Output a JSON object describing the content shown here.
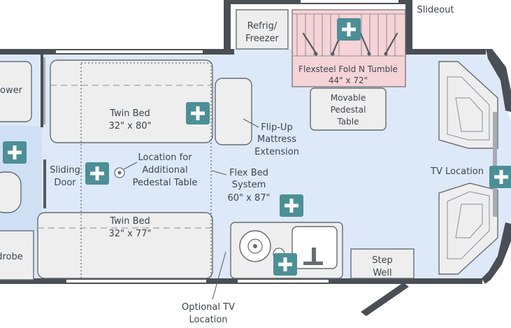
{
  "labels": {
    "slideout": "Slideout",
    "refrig_line1": "Refrig/",
    "refrig_line2": "Freezer",
    "flexsteel_line1": "Flexsteel Fold N Tumble",
    "flexsteel_line2": "44\" x 72\"",
    "pedestal_line1": "Movable",
    "pedestal_line2": "Pedestal",
    "pedestal_line3": "Table",
    "shower": "ower",
    "twin_bed_top_line1": "Twin Bed",
    "twin_bed_top_line2": "32\" x 80\"",
    "flipup_line1": "Flip-Up",
    "flipup_line2": "Mattress",
    "flipup_line3": "Extension",
    "location_line1": "Location for",
    "location_line2": "Additional",
    "location_line3": "Pedestal Table",
    "sliding_line1": "Sliding",
    "sliding_line2": "Door",
    "flexbed_line1": "Flex Bed",
    "flexbed_line2": "System",
    "flexbed_line3": "60\" x 87\"",
    "tv_location": "TV Location",
    "twin_bed_bottom_line1": "Twin Bed",
    "twin_bed_bottom_line2": "32\" x 77\"",
    "wardrobe": "drobe",
    "step_line1": "Step",
    "step_line2": "Well",
    "optional_tv_line1": "Optional TV",
    "optional_tv_line2": "Location"
  },
  "icons": {
    "hotspot": "plus-icon"
  },
  "colors": {
    "floor": "#dde9f8",
    "slideout_sofa": "#f6d3d6",
    "hotspot": "#4d8f96",
    "wall": "#4a4f55",
    "furniture": "#eeeeee"
  }
}
